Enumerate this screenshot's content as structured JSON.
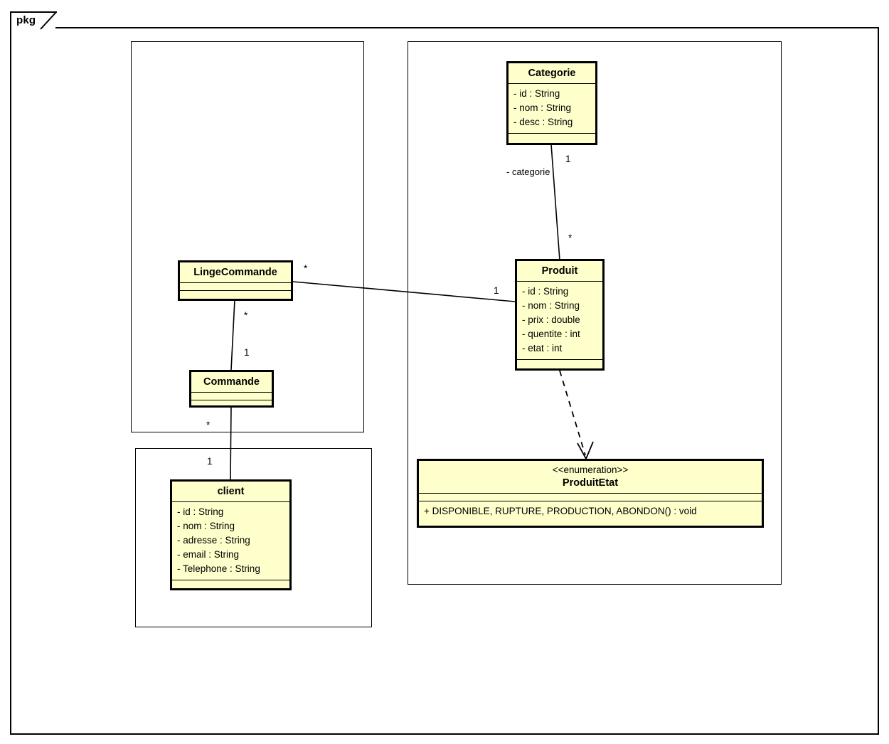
{
  "diagram": {
    "package_label": "pkg",
    "type": "uml-class-diagram"
  },
  "classes": {
    "categorie": {
      "name": "Categorie",
      "attributes": [
        "- id : String",
        "- nom : String",
        "- desc : String"
      ],
      "operations": []
    },
    "produit": {
      "name": "Produit",
      "attributes": [
        "- id : String",
        "- nom : String",
        "- prix : double",
        "- quentite : int",
        "- etat : int"
      ],
      "operations": []
    },
    "produitetat": {
      "stereotype": "<<enumeration>>",
      "name": "ProduitEtat",
      "attributes": [],
      "operations": [
        "+ DISPONIBLE, RUPTURE, PRODUCTION, ABONDON() : void"
      ]
    },
    "lingecommande": {
      "name": "LingeCommande",
      "attributes": [],
      "operations": []
    },
    "commande": {
      "name": "Commande",
      "attributes": [],
      "operations": []
    },
    "client": {
      "name": "client",
      "attributes": [
        "- id : String",
        "- nom : String",
        "- adresse : String",
        "- email : String",
        "- Telephone : String"
      ],
      "operations": []
    }
  },
  "relationships": {
    "categorie_produit": {
      "role_label": "- categorie",
      "source_multiplicity": "1",
      "target_multiplicity": "*"
    },
    "lingecommande_produit": {
      "source_multiplicity": "*",
      "target_multiplicity": "1"
    },
    "lingecommande_commande": {
      "source_multiplicity": "*",
      "target_multiplicity": "1"
    },
    "commande_client": {
      "source_multiplicity": "*",
      "target_multiplicity": "1"
    }
  },
  "colors": {
    "class_fill": "#ffffcc",
    "line": "#000000",
    "background": "#ffffff"
  }
}
